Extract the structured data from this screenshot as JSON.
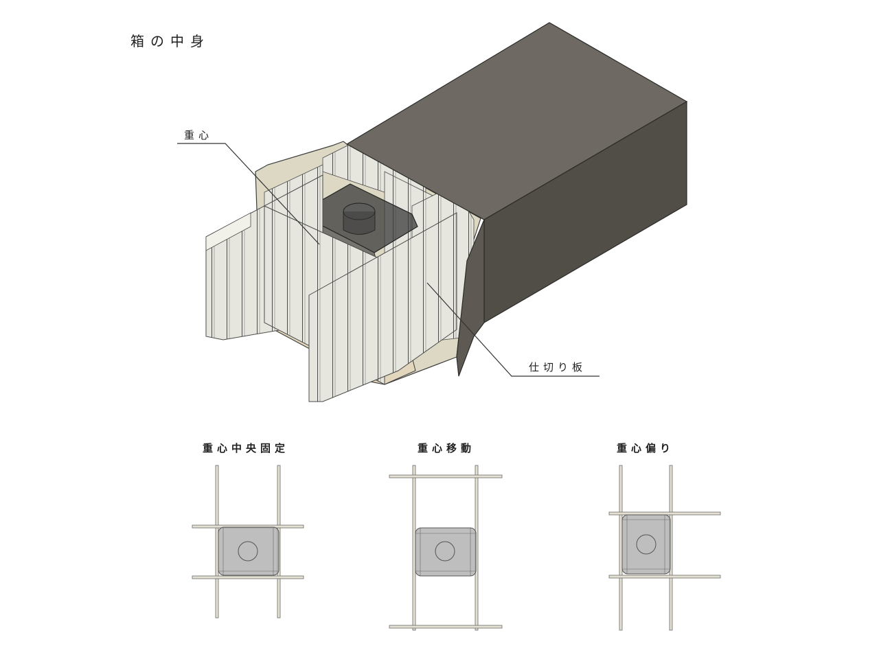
{
  "title": "箱の中身",
  "main_diagram": {
    "callouts": [
      {
        "id": "center-of-gravity",
        "label": "重心"
      },
      {
        "id": "partition-board",
        "label": "仕切り板"
      }
    ],
    "colors": {
      "box_top": "#6e6a63",
      "box_side": "#514e48",
      "partition": "#e4e4dc",
      "partition_edge": "#4a4a48",
      "tray": "#ded6c2",
      "inner_wall": "#dcd8c4",
      "weight": "#555555"
    }
  },
  "variants": [
    {
      "id": "center-fixed",
      "label": "重心中央固定"
    },
    {
      "id": "center-moving",
      "label": "重心移動"
    },
    {
      "id": "center-offset",
      "label": "重心偏り"
    }
  ]
}
